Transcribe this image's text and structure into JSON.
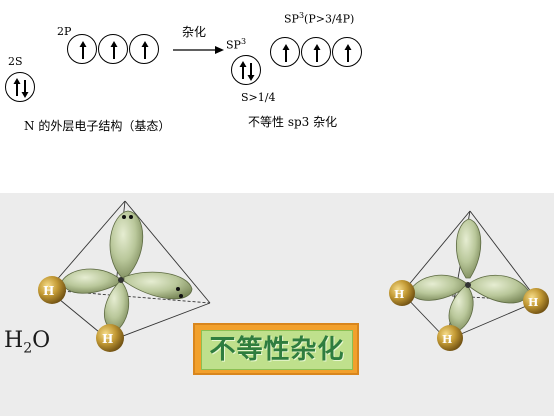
{
  "ground_state": {
    "s_label": "2S",
    "p_label": "2P",
    "caption": "N 的外层电子结构（基态）"
  },
  "hybridization": {
    "arrow_label": "杂化",
    "sp3_s_label_main": "SP",
    "sp3_s_label_sup": "3",
    "sp3_p_label_main": "SP",
    "sp3_p_label_sup": "3",
    "sp3_p_label_rest": "(P>3/4P)",
    "s_fraction_label": "S>1/4",
    "caption": "不等性 sp3 杂化"
  },
  "molecule": {
    "formula_main": "H",
    "formula_sub": "2",
    "formula_rest": "O",
    "atom_label": "H",
    "badge_text": "不等性杂化"
  },
  "colors": {
    "panel_bg": "#ececec",
    "badge_outer": "#f2a02c",
    "badge_inner": "#bfe08c",
    "badge_text": "#2f7d3f",
    "lobe_fill": "#b9c79a",
    "atom_gold": "#b8862b"
  }
}
